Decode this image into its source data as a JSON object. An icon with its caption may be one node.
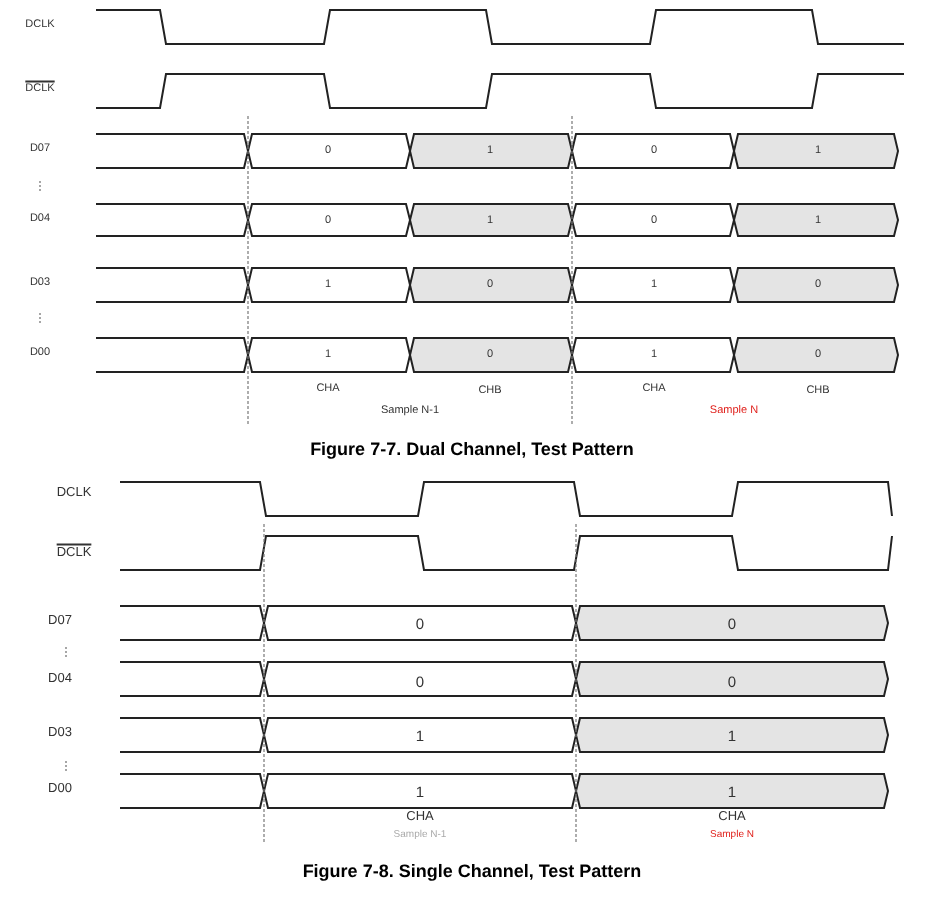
{
  "diagram": {
    "labels": [
      "DCLK",
      "DCLK",
      "D07",
      "0",
      "1",
      "0",
      "1",
      "D04",
      "0",
      "1",
      "0",
      "1",
      "D03",
      "1",
      "0",
      "1",
      "0",
      "D00",
      "1",
      "0",
      "1",
      "0",
      "CHA",
      "CHB",
      "CHA",
      "CHB",
      "Sample N-1",
      "Sample N",
      "Figure 7-7. Dual Channel, Test Pattern",
      "DCLK",
      "DCLK",
      "D07",
      "0",
      "0",
      "D04",
      "0",
      "0",
      "D03",
      "1",
      "1",
      "D00",
      "1",
      "1",
      "CHA",
      "CHA",
      "Sample N-1",
      "Sample N",
      "Figure 7-8. Single Channel, Test Pattern"
    ]
  }
}
